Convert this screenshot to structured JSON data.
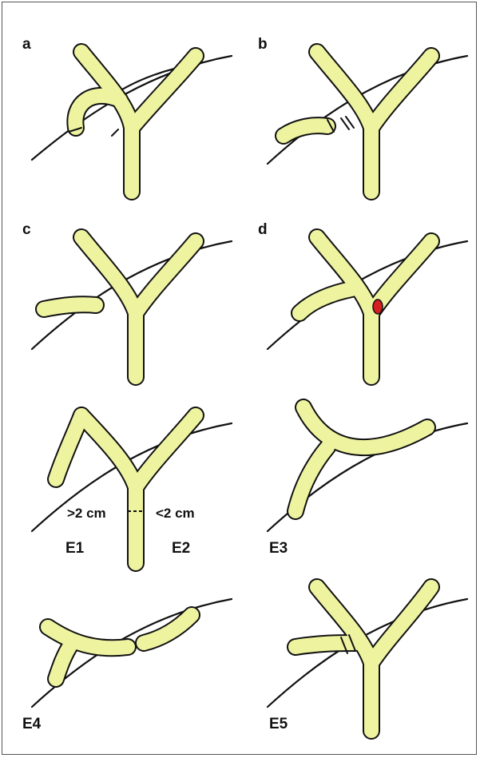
{
  "panels": {
    "a": {
      "label": "a"
    },
    "b": {
      "label": "b"
    },
    "c": {
      "label": "c"
    },
    "d": {
      "label": "d"
    },
    "e12": {
      "label_left": "E1",
      "label_right": "E2",
      "measure_left": ">2 cm",
      "measure_right": "<2 cm"
    },
    "e3": {
      "label": "E3"
    },
    "e4": {
      "label": "E4"
    },
    "e5": {
      "label": "E5"
    }
  },
  "colors": {
    "duct": "#eef3a0",
    "outline": "#111111",
    "injury": "#d42020"
  }
}
